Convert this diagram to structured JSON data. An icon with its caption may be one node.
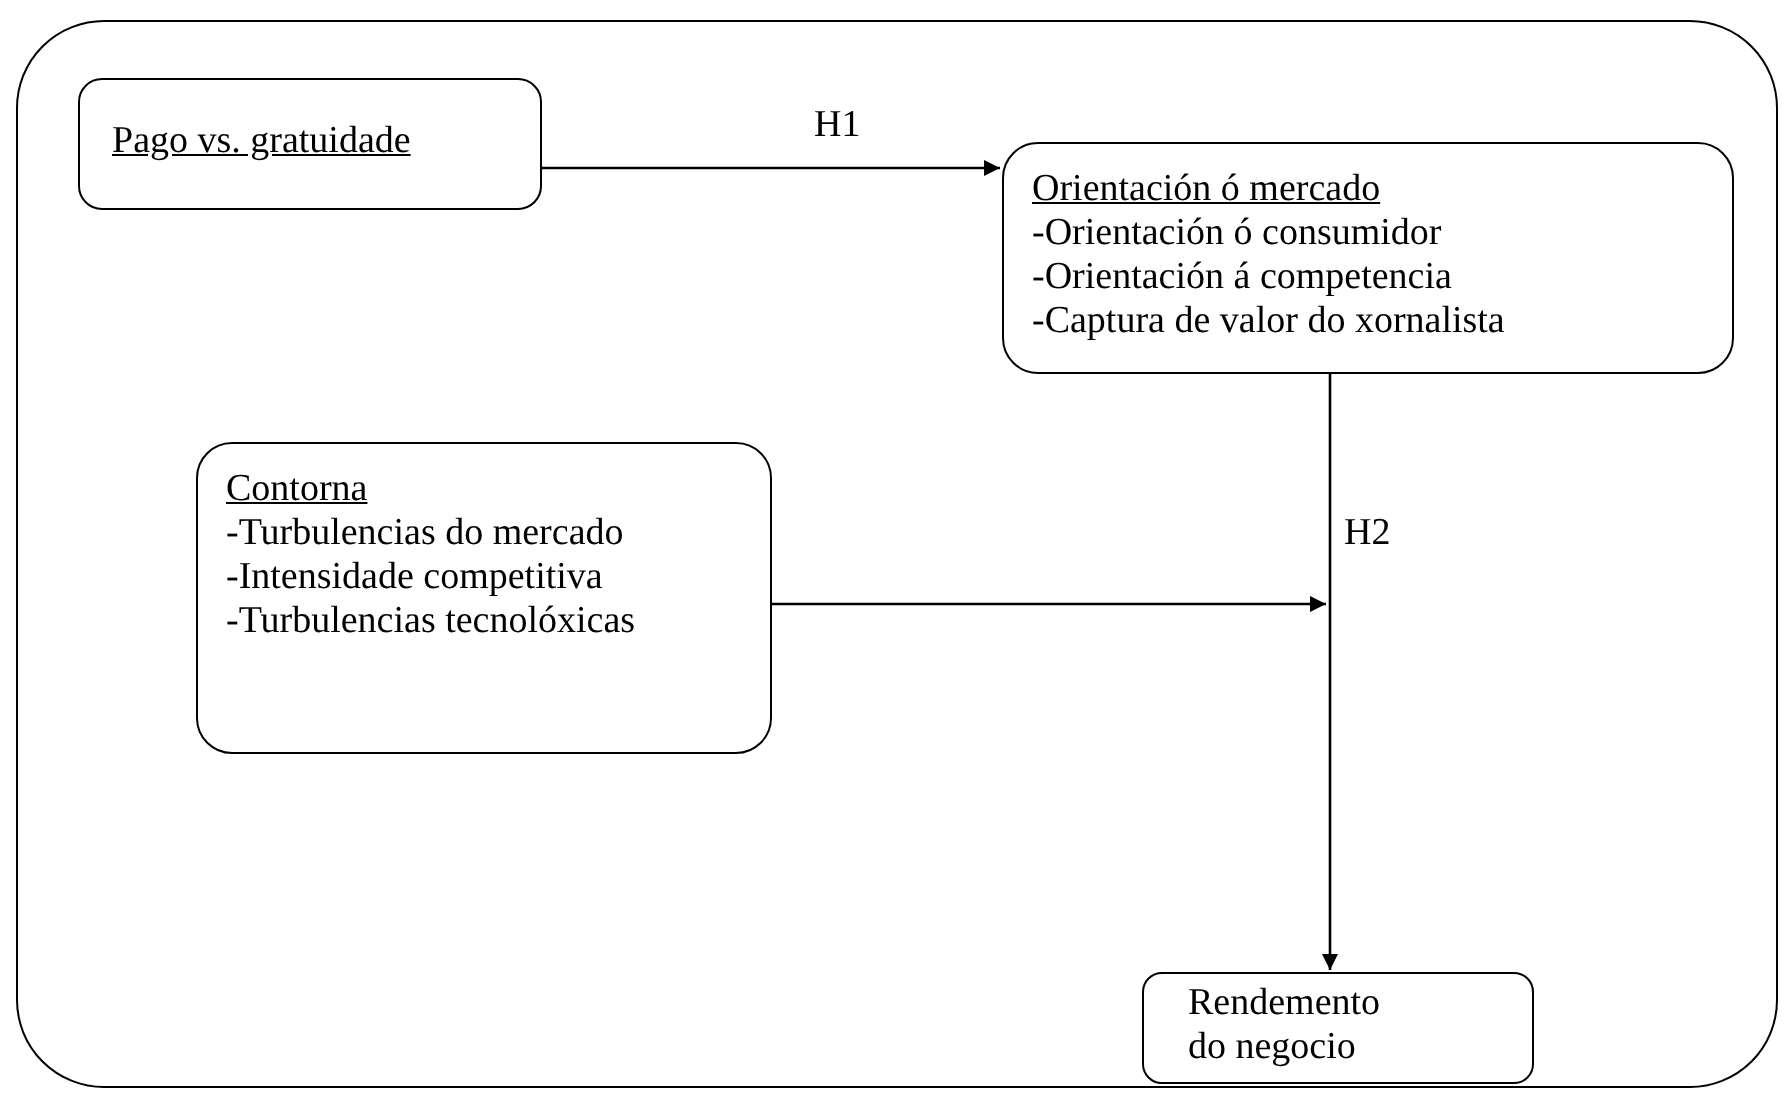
{
  "diagram": {
    "nodes": [
      {
        "text": [],
        "shape": "box"
      },
      {
        "text": [
          "Pago vs. gratuidade"
        ],
        "in": 0
      },
      {
        "text": [
          "Orientación ó mercado",
          "-Orientación ó consumidor",
          "-Orientación á competencia",
          "-Captura de valor do xornalista"
        ],
        "in": 0
      },
      {
        "text": [
          "Contorna",
          "-Turbulencias do mercado",
          "-Intensidade competitiva",
          "-Turbulencias tecnolóxicas"
        ],
        "in": 0
      },
      {
        "text": [
          "Rendemento do negocio"
        ],
        "in": 0
      }
    ],
    "edges": [
      {
        "from": 1,
        "to": 2,
        "arrow": "to",
        "label": "H1"
      },
      {
        "from": 2,
        "to": 4,
        "arrow": "to",
        "label": "H2"
      },
      {
        "from": 3,
        "to": null,
        "arrow": "to"
      }
    ]
  }
}
